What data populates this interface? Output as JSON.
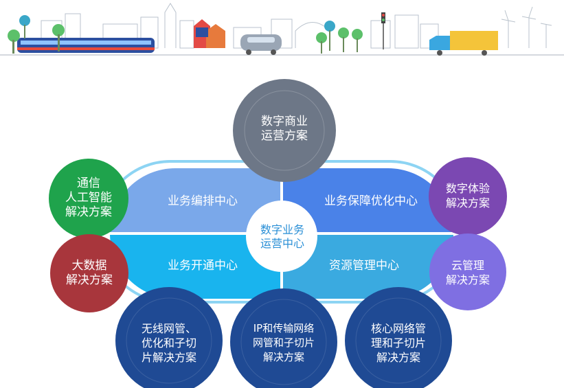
{
  "center": {
    "label": "数字业务\n运营中心"
  },
  "quadrants": {
    "top_left": "业务编排中心",
    "top_right": "业务保障优化中心",
    "bottom_left": "业务开通中心",
    "bottom_right": "资源管理中心"
  },
  "solutions": {
    "top": "数字商业\n运营方案",
    "left_top": "通信\n人工智能\n解决方案",
    "left_bottom": "大数据\n解决方案",
    "right_top": "数字体验\n解决方案",
    "right_bottom": "云管理\n解决方案",
    "bottom_1": "无线网管、\n优化和子切\n片解决方案",
    "bottom_2": "IP和传输网络\n网管和子切片\n解决方案",
    "bottom_3": "核心网络管\n理和子切片\n解决方案"
  },
  "colors": {
    "top_left": "#7aa8ea",
    "top_right": "#4a82e8",
    "bottom_left": "#19b4ee",
    "bottom_right": "#3aaae0",
    "ring": "#2fb0ea",
    "top_circle": "#6d7787",
    "green": "#1fa34c",
    "red": "#a8363c",
    "purple": "#7b48b2",
    "violet": "#7f6fe2",
    "navy": "#1f4a94"
  }
}
